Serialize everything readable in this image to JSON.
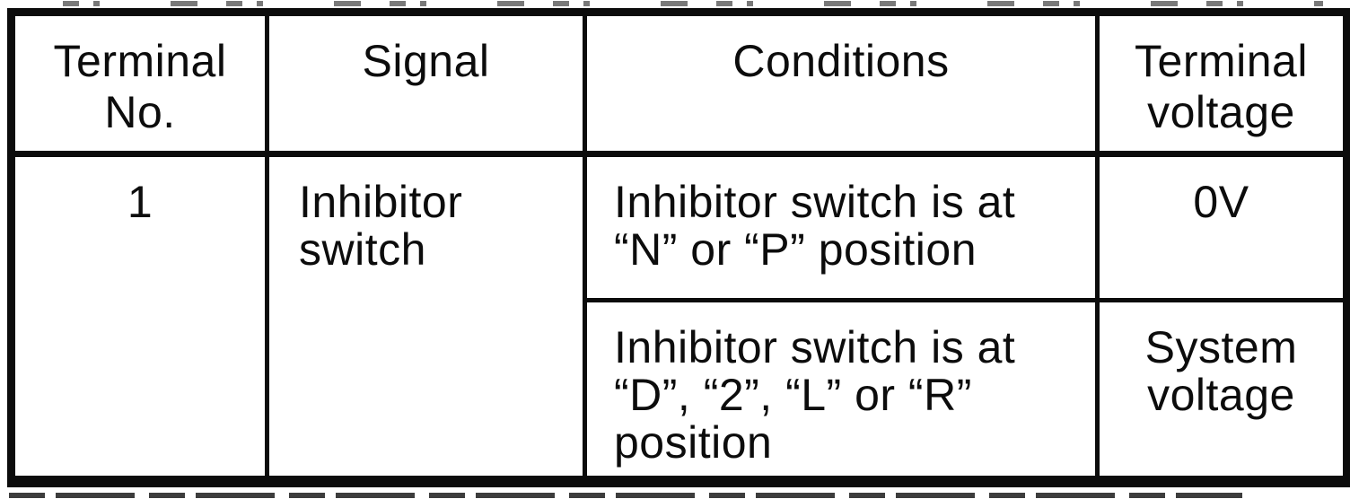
{
  "colors": {
    "ink": "#0c0c0c",
    "paper": "#ffffff"
  },
  "table": {
    "headers": {
      "terminal_no": "Terminal\nNo.",
      "signal": "Signal",
      "conditions": "Conditions",
      "terminal_voltage": "Terminal\nvoltage"
    },
    "row": {
      "terminal_no": "1",
      "signal": "Inhibitor\nswitch",
      "sub_rows": [
        {
          "condition": "Inhibitor switch is at\n“N” or “P” position",
          "terminal_voltage": "0V"
        },
        {
          "condition": "Inhibitor switch is at\n“D”, “2”, “L” or “R”\nposition",
          "terminal_voltage": "System\nvoltage"
        }
      ]
    }
  }
}
